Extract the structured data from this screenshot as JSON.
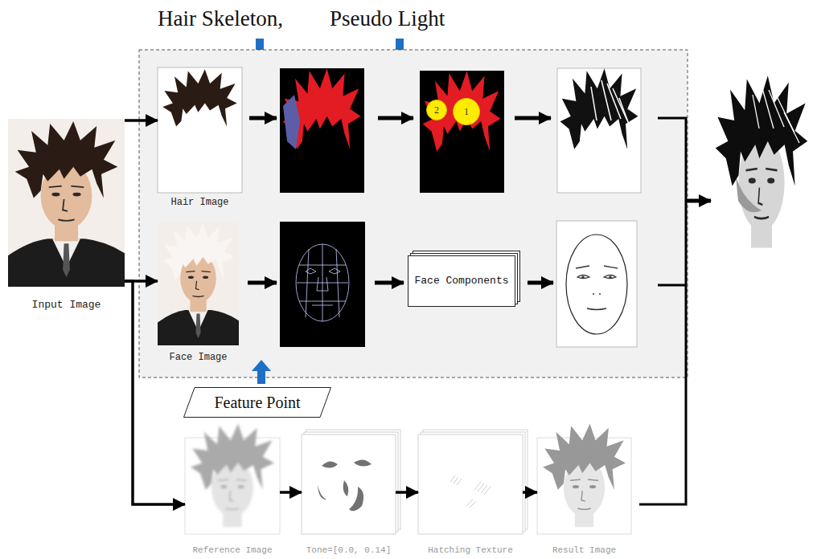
{
  "diagram": {
    "nodes": [
      {
        "text": [
          "Input Image"
        ]
      },
      {
        "text": [
          "Hair Image"
        ]
      },
      {
        "text": [
          "2"
        ]
      },
      {
        "text": [
          "1"
        ]
      },
      {
        "text": [
          "Face Image"
        ]
      },
      {
        "text": [
          "Face Components"
        ]
      },
      {
        "text": [
          "Feature Point"
        ]
      },
      {
        "text": [
          "Reference Image"
        ]
      },
      {
        "text": [
          "Tone=[0.0, 0.14]"
        ]
      },
      {
        "text": [
          "Hatching Texture"
        ]
      },
      {
        "text": [
          "Result Image"
        ]
      }
    ],
    "edges": [
      {
        "from": 0,
        "to": 1,
        "arrow": "to"
      },
      {
        "from": 0,
        "to": 4,
        "arrow": "to"
      },
      {
        "from": 0,
        "to": 7,
        "arrow": "to"
      },
      {
        "from": 7,
        "to": 8,
        "arrow": "to"
      },
      {
        "from": 8,
        "to": 9,
        "arrow": "to"
      },
      {
        "from": 9,
        "to": 10,
        "arrow": "to"
      }
    ],
    "labels": [
      "Hair Skeleton,",
      "Pseudo Light"
    ]
  }
}
